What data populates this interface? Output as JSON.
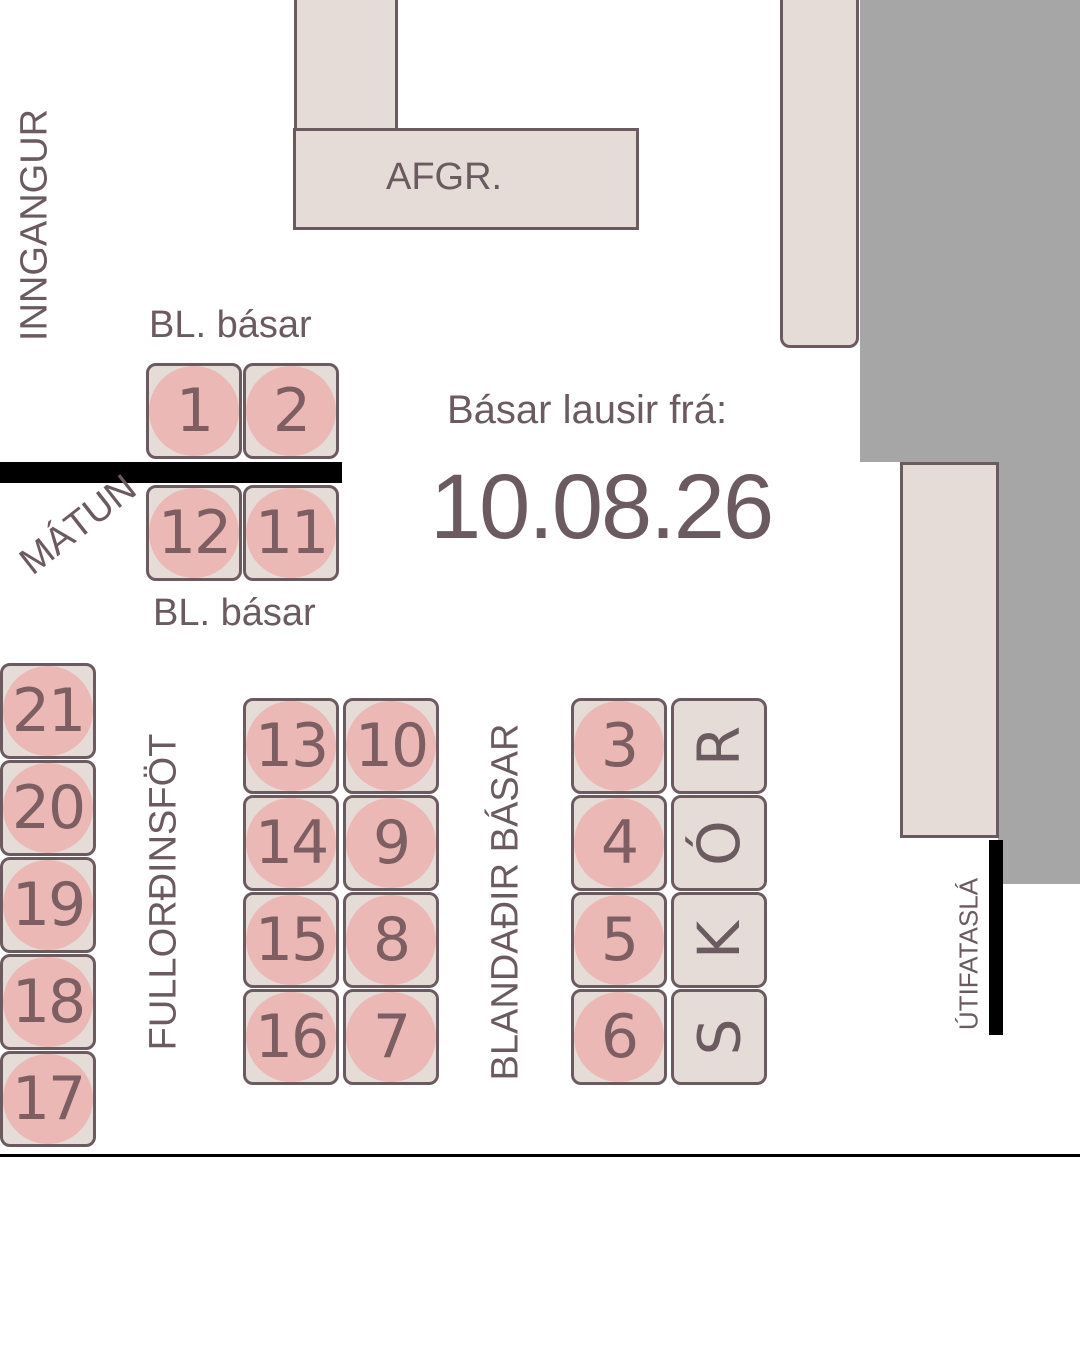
{
  "labels": {
    "entrance": "INNGANGUR",
    "counter": "AFGR.",
    "mixed_top": "BL. básar",
    "mixed_bottom": "BL. básar",
    "fitting": "MÁTUN",
    "available_from": "Básar lausir frá:",
    "date": "10.08.26",
    "adult_clothes": "FULLORÐINSFÖT",
    "mixed_booths": "BLANDAÐIR BÁSAR",
    "outerwear": "ÚTIFATASLÁ"
  },
  "booths": {
    "b1": "1",
    "b2": "2",
    "b3": "3",
    "b4": "4",
    "b5": "5",
    "b6": "6",
    "b7": "7",
    "b8": "8",
    "b9": "9",
    "b10": "10",
    "b11": "11",
    "b12": "12",
    "b13": "13",
    "b14": "14",
    "b15": "15",
    "b16": "16",
    "b17": "17",
    "b18": "18",
    "b19": "19",
    "b20": "20",
    "b21": "21"
  },
  "shoes": {
    "s": "S",
    "k": "K",
    "o": "Ó",
    "r": "R"
  },
  "colors": {
    "fixture": "#e5dcd8",
    "outline": "#6b5b60",
    "booth_marker": "#ebb8b6",
    "wall": "#000000",
    "gray_area": "#a6a6a6"
  }
}
